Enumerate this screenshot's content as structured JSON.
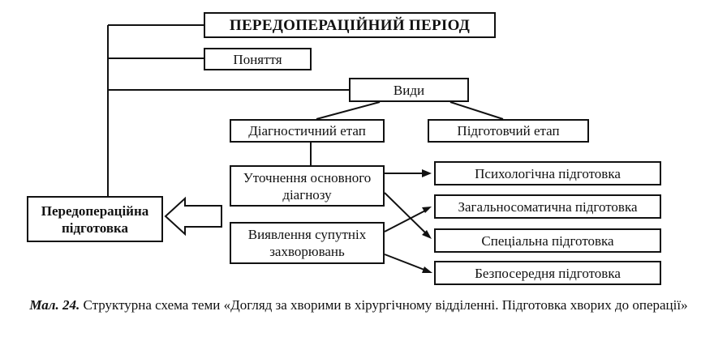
{
  "diagram": {
    "title": "ПЕРЕДОПЕРАЦІЙНИЙ ПЕРІОД",
    "concept": "Поняття",
    "types": "Види",
    "diagnostic_stage": "Діагностичний етап",
    "preparatory_stage": "Підготовчий етап",
    "clarify_diagnosis": "Уточнення основного діагнозу",
    "detect_comorbidities": "Виявлення супутніх захворювань",
    "preop_preparation": "Передопераційна підготовка",
    "psych_prep": "Психологічна підготовка",
    "general_somatic_prep": "Загальносоматична підготовка",
    "special_prep": "Спеціальна підготовка",
    "immediate_prep": "Безпосередня підготовка"
  },
  "caption": {
    "label": "Мал. 24.",
    "text": "Структурна схема теми «Догляд за хворими в хірургічному відділенні. Підготовка хворих до операції»"
  }
}
